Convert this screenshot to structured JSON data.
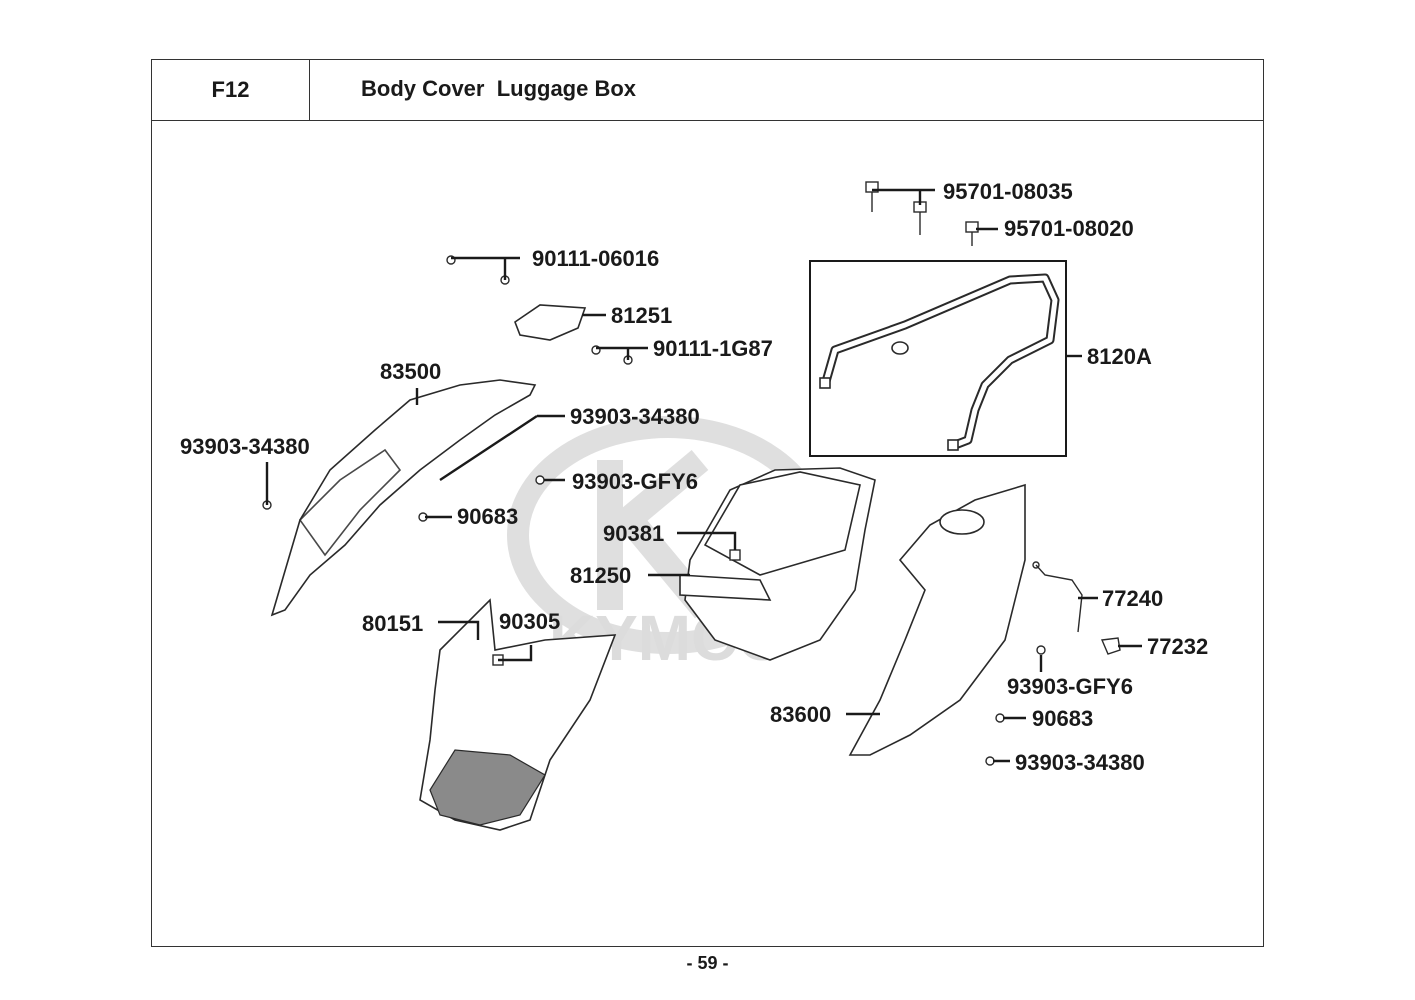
{
  "header": {
    "code": "F12",
    "title": "Body Cover  Luggage Box"
  },
  "watermark": {
    "text": "KYMCO"
  },
  "callouts": [
    {
      "key": "p1",
      "part_no": "95701-08035"
    },
    {
      "key": "p2",
      "part_no": "95701-08020"
    },
    {
      "key": "p3",
      "part_no": "90111-06016"
    },
    {
      "key": "p4",
      "part_no": "81251"
    },
    {
      "key": "p5",
      "part_no": "90111-1G87"
    },
    {
      "key": "p6",
      "part_no": "8120A"
    },
    {
      "key": "p7",
      "part_no": "83500"
    },
    {
      "key": "p8",
      "part_no": "93903-34380"
    },
    {
      "key": "p9",
      "part_no": "93903-34380"
    },
    {
      "key": "p10",
      "part_no": "93903-GFY6"
    },
    {
      "key": "p11",
      "part_no": "90683"
    },
    {
      "key": "p12",
      "part_no": "90381"
    },
    {
      "key": "p13",
      "part_no": "81250"
    },
    {
      "key": "p14",
      "part_no": "80151"
    },
    {
      "key": "p15",
      "part_no": "90305"
    },
    {
      "key": "p16",
      "part_no": "77240"
    },
    {
      "key": "p17",
      "part_no": "77232"
    },
    {
      "key": "p18",
      "part_no": "93903-GFY6"
    },
    {
      "key": "p19",
      "part_no": "83600"
    },
    {
      "key": "p20",
      "part_no": "90683"
    },
    {
      "key": "p21",
      "part_no": "93903-34380"
    }
  ],
  "footer": {
    "page": "- 59 -"
  }
}
